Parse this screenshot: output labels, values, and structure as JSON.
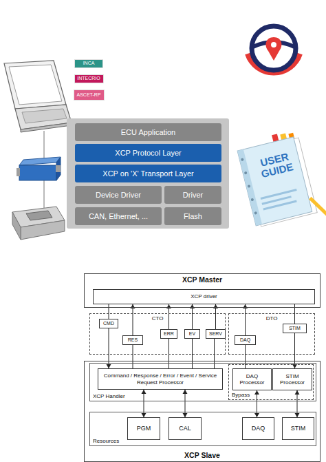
{
  "diagram": {
    "nodes": [
      {
        "text": [
          "INCA"
        ]
      },
      {
        "text": [
          "INTECRIO"
        ]
      },
      {
        "text": [
          "ASCET-RP"
        ]
      },
      {
        "text": [
          "ECU Application"
        ]
      },
      {
        "text": [
          "XCP Protocol Layer"
        ]
      },
      {
        "text": [
          "XCP on 'X' Transport Layer"
        ]
      },
      {
        "text": [
          "Device Driver"
        ]
      },
      {
        "text": [
          "Driver"
        ]
      },
      {
        "text": [
          "CAN, Ethernet, ..."
        ]
      },
      {
        "text": [
          "Flash"
        ]
      },
      {
        "text": [
          "XCP Master"
        ]
      },
      {
        "text": [
          "XCP driver"
        ],
        "in": 10
      },
      {
        "text": [
          "CTO"
        ]
      },
      {
        "text": [
          "CMD"
        ],
        "in": 12
      },
      {
        "text": [
          "RES"
        ],
        "in": 12
      },
      {
        "text": [
          "ERR"
        ],
        "in": 12
      },
      {
        "text": [
          "EV"
        ],
        "in": 12
      },
      {
        "text": [
          "SERV"
        ],
        "in": 12
      },
      {
        "text": [
          "DTO"
        ]
      },
      {
        "text": [
          "DAQ"
        ],
        "in": 18
      },
      {
        "text": [
          "STIM"
        ],
        "in": 18
      },
      {
        "text": [
          "XCP Slave"
        ]
      },
      {
        "text": [
          "XCP Handler"
        ],
        "in": 21
      },
      {
        "text": [
          "Command / Response / Error / Event / Service Request Processor"
        ],
        "in": 22
      },
      {
        "text": [
          "Bypass"
        ],
        "in": 22
      },
      {
        "text": [
          "DAQ Processor"
        ],
        "in": 24
      },
      {
        "text": [
          "STIM Processor"
        ],
        "in": 24
      },
      {
        "text": [
          "Resources"
        ],
        "in": 21
      },
      {
        "text": [
          "PGM"
        ],
        "in": 27
      },
      {
        "text": [
          "CAL"
        ],
        "in": 27
      },
      {
        "text": [
          "DAQ"
        ],
        "in": 27
      },
      {
        "text": [
          "STIM"
        ],
        "in": 27
      }
    ],
    "edges": [
      {
        "from": 11,
        "to": 13,
        "arrow": "none"
      },
      {
        "from": 13,
        "to": 23,
        "arrow": "to"
      },
      {
        "from": 23,
        "to": 14,
        "arrow": "none"
      },
      {
        "from": 14,
        "to": 11,
        "arrow": "to"
      },
      {
        "from": 23,
        "to": 15,
        "arrow": "none"
      },
      {
        "from": 15,
        "to": 11,
        "arrow": "to"
      },
      {
        "from": 23,
        "to": 16,
        "arrow": "none"
      },
      {
        "from": 16,
        "to": 11,
        "arrow": "to"
      },
      {
        "from": 23,
        "to": 17,
        "arrow": "none"
      },
      {
        "from": 17,
        "to": 11,
        "arrow": "to"
      },
      {
        "from": 25,
        "to": 19,
        "arrow": "none"
      },
      {
        "from": 19,
        "to": 11,
        "arrow": "to"
      },
      {
        "from": 11,
        "to": 20,
        "arrow": "none"
      },
      {
        "from": 20,
        "to": 26,
        "arrow": "to"
      },
      {
        "from": 23,
        "to": 28,
        "arrow": "both"
      },
      {
        "from": 23,
        "to": 29,
        "arrow": "both"
      },
      {
        "from": 25,
        "to": 30,
        "arrow": "both"
      },
      {
        "from": 26,
        "to": 31,
        "arrow": "both"
      }
    ],
    "labels": [
      "USER GUIDE"
    ]
  }
}
